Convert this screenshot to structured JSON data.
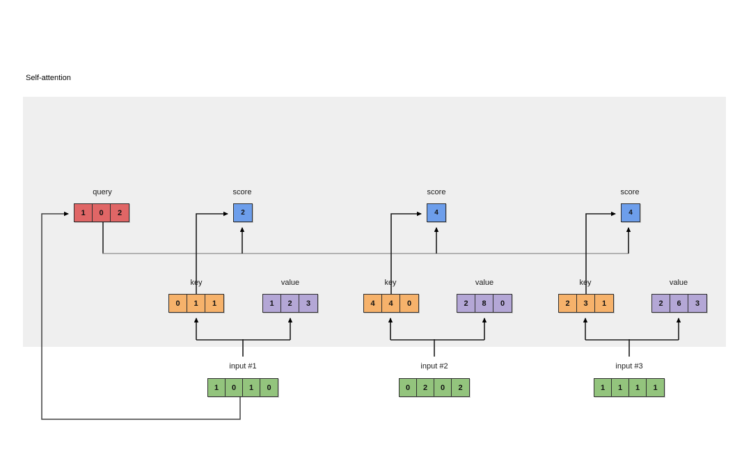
{
  "title": "Self-attention",
  "colors": {
    "panel": "#efefef",
    "query": "#e06666",
    "score": "#6d9eeb",
    "key": "#f6b26b",
    "value": "#b4a7d6",
    "input": "#93c47d",
    "wire": "#000000"
  },
  "query": {
    "label": "query",
    "values": [
      "1",
      "0",
      "2"
    ]
  },
  "groups": [
    {
      "score_label": "score",
      "score_values": [
        "2"
      ],
      "key_label": "key",
      "key_values": [
        "0",
        "1",
        "1"
      ],
      "value_label": "value",
      "value_values": [
        "1",
        "2",
        "3"
      ],
      "input_label": "input #1",
      "input_values": [
        "1",
        "0",
        "1",
        "0"
      ]
    },
    {
      "score_label": "score",
      "score_values": [
        "4"
      ],
      "key_label": "key",
      "key_values": [
        "4",
        "4",
        "0"
      ],
      "value_label": "value",
      "value_values": [
        "2",
        "8",
        "0"
      ],
      "input_label": "input #2",
      "input_values": [
        "0",
        "2",
        "0",
        "2"
      ]
    },
    {
      "score_label": "score",
      "score_values": [
        "4"
      ],
      "key_label": "key",
      "key_values": [
        "2",
        "3",
        "1"
      ],
      "value_label": "value",
      "value_values": [
        "2",
        "6",
        "3"
      ],
      "input_label": "input #3",
      "input_values": [
        "1",
        "1",
        "1",
        "1"
      ]
    }
  ]
}
